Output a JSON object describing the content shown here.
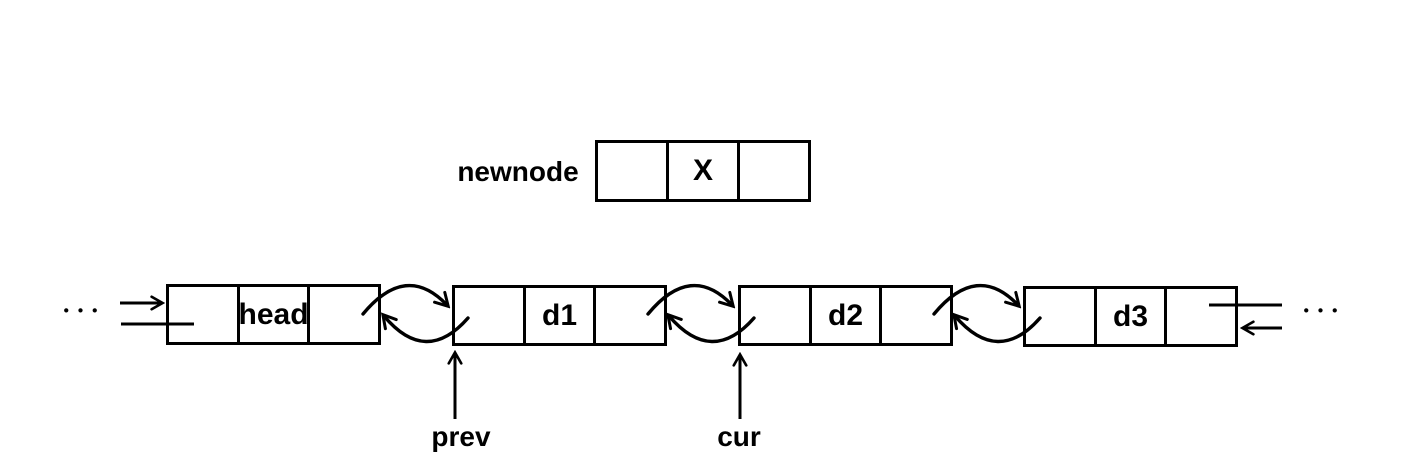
{
  "diagram": {
    "colors": {
      "ink": "#000000",
      "background": "#ffffff"
    },
    "newnode": {
      "label": "newnode",
      "cells": [
        "",
        "X",
        ""
      ]
    },
    "nodes": [
      {
        "id": "head",
        "cells": [
          "",
          "head",
          ""
        ]
      },
      {
        "id": "d1",
        "cells": [
          "",
          "d1",
          ""
        ]
      },
      {
        "id": "d2",
        "cells": [
          "",
          "d2",
          ""
        ]
      },
      {
        "id": "d3",
        "cells": [
          "",
          "d3",
          ""
        ]
      }
    ],
    "pointers": {
      "prev": "prev",
      "cur": "cur"
    },
    "ellipsis_left": "•••",
    "ellipsis_right": "•••"
  }
}
